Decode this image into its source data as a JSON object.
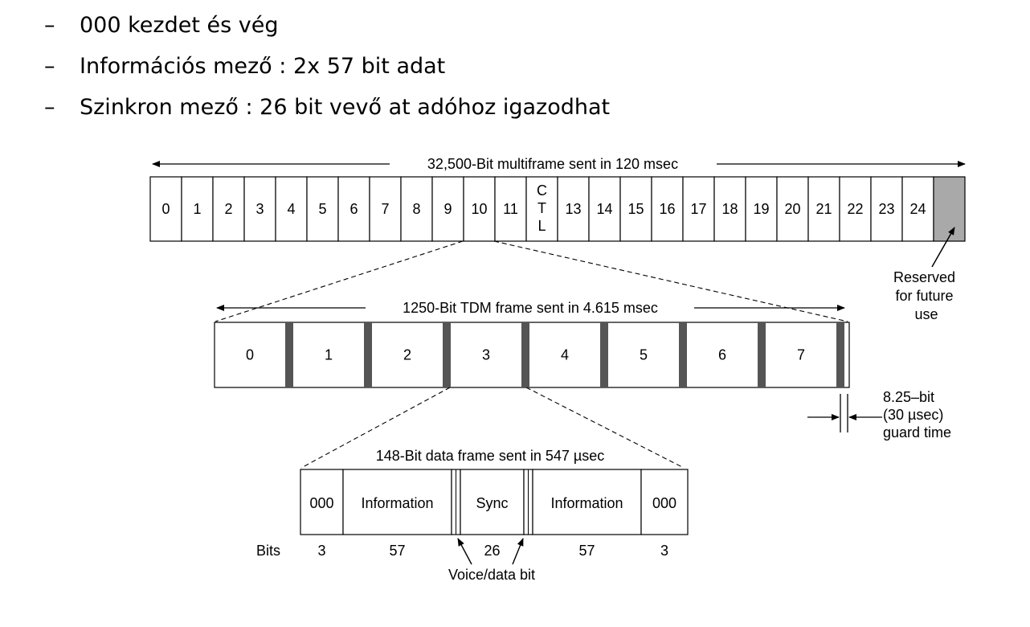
{
  "bullets": [
    {
      "dash": "–",
      "text": "000 kezdet és vég"
    },
    {
      "dash": "–",
      "text": "Információs mező : 2x 57 bit adat"
    },
    {
      "dash": "–",
      "text": "Szinkron mező : 26 bit vevő at adóhoz igazodhat"
    }
  ],
  "multiframe": {
    "label": "32,500-Bit multiframe sent in 120 msec",
    "slots": [
      "0",
      "1",
      "2",
      "3",
      "4",
      "5",
      "6",
      "7",
      "8",
      "9",
      "10",
      "11",
      "C T L",
      "13",
      "14",
      "15",
      "16",
      "17",
      "18",
      "19",
      "20",
      "21",
      "22",
      "23",
      "24",
      ""
    ],
    "reserved_note": [
      "Reserved",
      "for future",
      "use"
    ]
  },
  "tdm_frame": {
    "label": "1250-Bit TDM frame sent in 4.615 msec",
    "slots": [
      "0",
      "1",
      "2",
      "3",
      "4",
      "5",
      "6",
      "7"
    ],
    "guard_note": [
      "8.25–bit",
      "(30 µsec)",
      "guard time"
    ]
  },
  "data_frame": {
    "label": "148-Bit data frame sent in 547 µsec",
    "fields": [
      "000",
      "Information",
      "Sync",
      "Information",
      "000"
    ],
    "bits_label": "Bits",
    "bits": [
      "3",
      "57",
      "26",
      "57",
      "3"
    ],
    "voice_data_note": "Voice/data bit"
  },
  "colors": {
    "guard_bar": "#555555",
    "reserved_fill": "#a9a9a9",
    "line": "#000000"
  }
}
